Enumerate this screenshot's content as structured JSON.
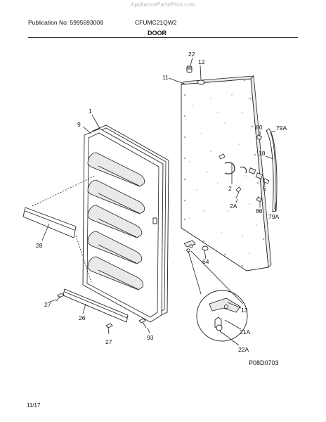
{
  "watermark": "AppliancePartsPros.com",
  "header": {
    "publication": "Publication No: 5995693008",
    "model": "CFUMC21QW2",
    "section": "DOOR"
  },
  "callouts": {
    "c1": "1",
    "c9": "9",
    "c11": "11",
    "c12": "12",
    "c22": "22",
    "c80a": "80",
    "c79a_top": "79A",
    "c18": "18",
    "c2": "2",
    "c5": "5",
    "c2a": "2A",
    "c80b": "80",
    "c79a_bot": "79A",
    "c28": "28",
    "c64": "64",
    "c13": "13",
    "c21a": "21A",
    "c22a": "22A",
    "c27a": "27",
    "c26": "26",
    "c27b": "27",
    "c93": "93"
  },
  "footer": {
    "drawing_code": "P08D0703",
    "page_number": "11/17"
  }
}
